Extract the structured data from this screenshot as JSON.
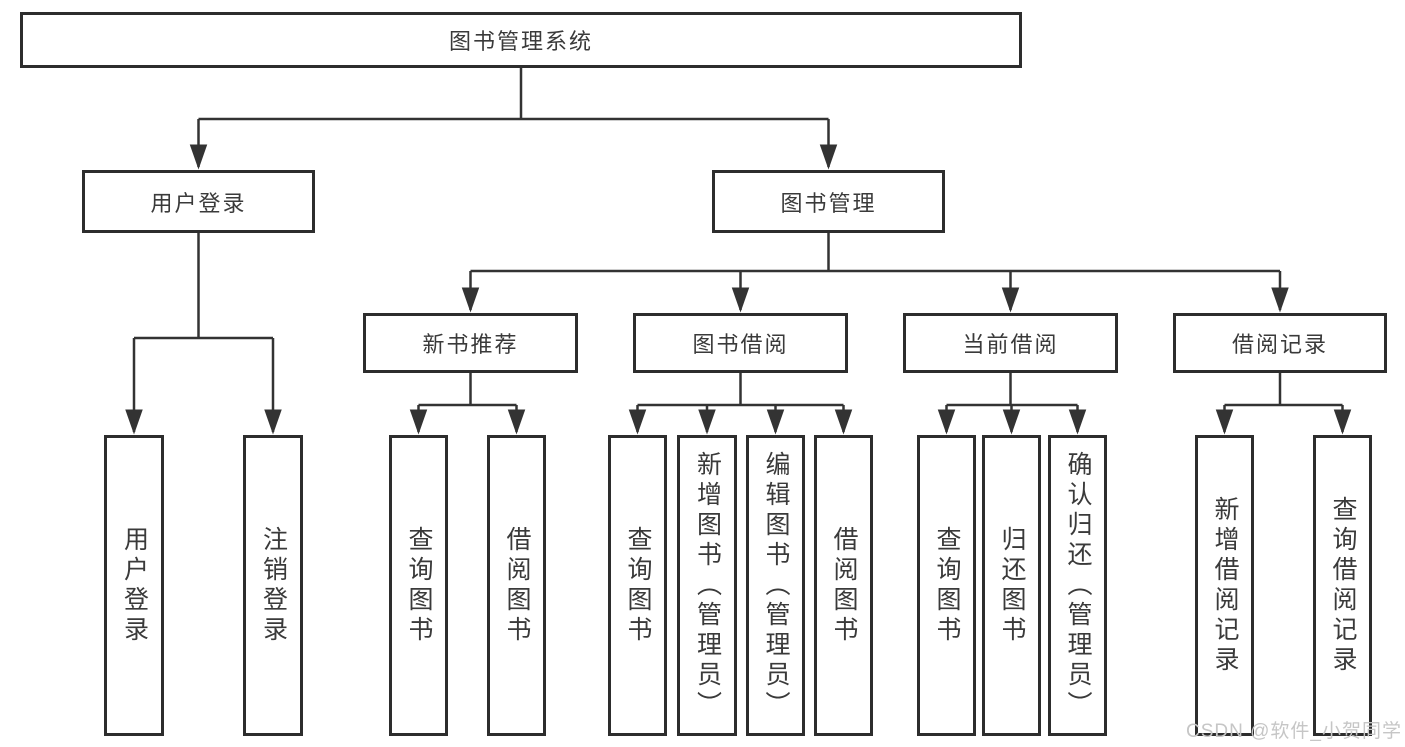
{
  "diagram": {
    "type": "tree",
    "root": {
      "label": "图书管理系统",
      "children": [
        {
          "label": "用户登录",
          "children": [
            {
              "label": "用户登录"
            },
            {
              "label": "注销登录"
            }
          ]
        },
        {
          "label": "图书管理",
          "children": [
            {
              "label": "新书推荐",
              "children": [
                {
                  "label": "查询图书"
                },
                {
                  "label": "借阅图书"
                }
              ]
            },
            {
              "label": "图书借阅",
              "children": [
                {
                  "label": "查询图书"
                },
                {
                  "label": "新增图书（管理员）"
                },
                {
                  "label": "编辑图书（管理员）"
                },
                {
                  "label": "借阅图书"
                }
              ]
            },
            {
              "label": "当前借阅",
              "children": [
                {
                  "label": "查询图书"
                },
                {
                  "label": "归还图书"
                },
                {
                  "label": "确认归还（管理员）"
                }
              ]
            },
            {
              "label": "借阅记录",
              "children": [
                {
                  "label": "新增借阅记录"
                },
                {
                  "label": "查询借阅记录"
                }
              ]
            }
          ]
        }
      ]
    }
  },
  "watermark": "CSDN @软件_小贺同学",
  "colors": {
    "line": "#333333",
    "box_border": "#2d2d2d",
    "text": "#3a3a3a",
    "watermark": "#c6c6c6",
    "background": "#ffffff"
  }
}
